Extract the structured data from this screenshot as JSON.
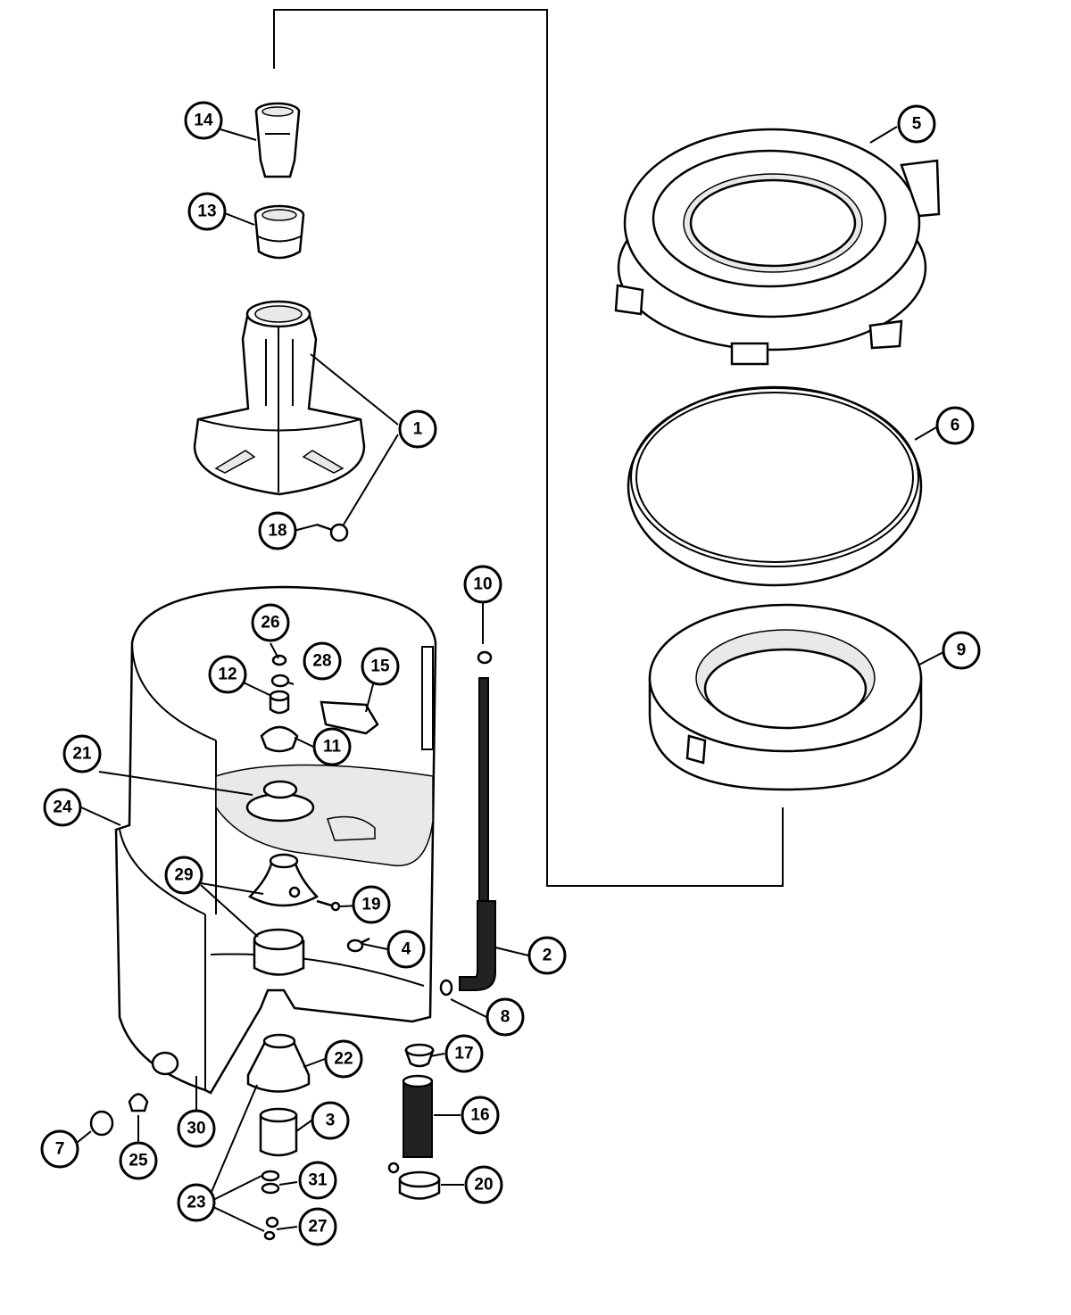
{
  "diagram": {
    "callouts": [
      {
        "id": "c1",
        "label": "1"
      },
      {
        "id": "c2",
        "label": "2"
      },
      {
        "id": "c3",
        "label": "3"
      },
      {
        "id": "c4",
        "label": "4"
      },
      {
        "id": "c5",
        "label": "5"
      },
      {
        "id": "c6",
        "label": "6"
      },
      {
        "id": "c7",
        "label": "7"
      },
      {
        "id": "c8",
        "label": "8"
      },
      {
        "id": "c9",
        "label": "9"
      },
      {
        "id": "c10",
        "label": "10"
      },
      {
        "id": "c11",
        "label": "11"
      },
      {
        "id": "c12",
        "label": "12"
      },
      {
        "id": "c13",
        "label": "13"
      },
      {
        "id": "c14",
        "label": "14"
      },
      {
        "id": "c15",
        "label": "15"
      },
      {
        "id": "c16",
        "label": "16"
      },
      {
        "id": "c17",
        "label": "17"
      },
      {
        "id": "c18",
        "label": "18"
      },
      {
        "id": "c19",
        "label": "19"
      },
      {
        "id": "c20",
        "label": "20"
      },
      {
        "id": "c21",
        "label": "21"
      },
      {
        "id": "c22",
        "label": "22"
      },
      {
        "id": "c23",
        "label": "23"
      },
      {
        "id": "c24",
        "label": "24"
      },
      {
        "id": "c25",
        "label": "25"
      },
      {
        "id": "c26",
        "label": "26"
      },
      {
        "id": "c27",
        "label": "27"
      },
      {
        "id": "c28",
        "label": "28"
      },
      {
        "id": "c29",
        "label": "29"
      },
      {
        "id": "c30",
        "label": "30"
      },
      {
        "id": "c31",
        "label": "31"
      }
    ]
  }
}
